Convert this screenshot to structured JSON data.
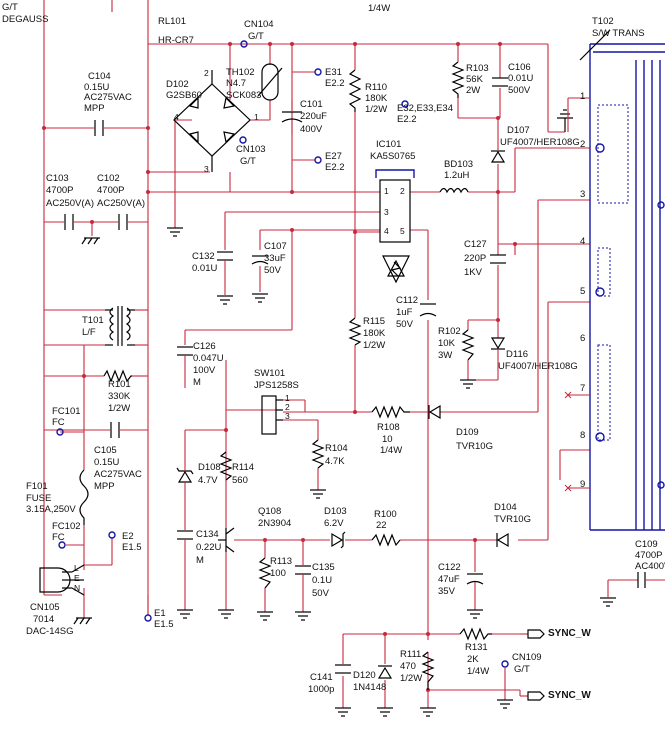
{
  "labels": {
    "gt_top": "G/T",
    "degauss": "DEGAUSS",
    "rl101": "RL101",
    "rl101_val": "HR-CR7",
    "cn104": "CN104",
    "cn104_gt": "G/T",
    "w14_top": "1/4W",
    "t102": "T102",
    "t102_val": "S/W TRANS",
    "c104": "C104",
    "c104_v1": "0.15U",
    "c104_v2": "AC275VAC",
    "c104_v3": "MPP",
    "d102": "D102",
    "d102_val": "G2SB60",
    "th102": "TH102",
    "th102_v1": "N4.7",
    "th102_v2": "SCK083",
    "e31": "E31",
    "e31_v": "E2.2",
    "r110": "R110",
    "r110_v1": "180K",
    "r110_v2": "1/2W",
    "r103": "R103",
    "r103_v1": "56K",
    "r103_v2": "2W",
    "c106": "C106",
    "c106_v1": "0.01U",
    "c106_v2": "500V",
    "c101": "C101",
    "c101_v1": "220uF",
    "c101_v2": "400V",
    "e32": "E32,E33,E34",
    "e32_v": "E2.2",
    "d107": "D107",
    "d107_v": "UF4007/HER108G",
    "cn103": "CN103",
    "cn103_gt": "G/T",
    "e27": "E27",
    "e27_v": "E2.2",
    "ic101": "IC101",
    "ic101_v": "KA5S0765",
    "bd103": "BD103",
    "bd103_v": "1.2uH",
    "c103": "C103",
    "c103_v1": "4700P",
    "c103_v2": "AC250V(A)",
    "c102": "C102",
    "c102_v1": "4700P",
    "c102_v2": "AC250V(A)",
    "c132": "C132",
    "c132_v": "0.01U",
    "c107": "C107",
    "c107_v1": "33uF",
    "c107_v2": "50V",
    "c127": "C127",
    "c127_v1": "220P",
    "c127_v2": "1KV",
    "t101": "T101",
    "t101_v": "L/F",
    "c126": "C126",
    "c126_v1": "0.047U",
    "c126_v2": "100V",
    "c126_v3": "M",
    "r115": "R115",
    "r115_v1": "180K",
    "r115_v2": "1/2W",
    "c112": "C112",
    "c112_v1": "1uF",
    "c112_v2": "50V",
    "r102": "R102",
    "r102_v1": "10K",
    "r102_v2": "3W",
    "d116": "D116",
    "d116_v": "UF4007/HER108G",
    "r101": "R101",
    "r101_v1": "330K",
    "r101_v2": "1/2W",
    "sw101": "SW101",
    "sw101_v": "JPS1258S",
    "fc101": "FC101",
    "fc101_v": "FC",
    "c105": "C105",
    "c105_v1": "0.15U",
    "c105_v2": "AC275VAC",
    "c105_v3": "MPP",
    "r108": "R108",
    "r108_v1": "10",
    "r108_v2": "1/4W",
    "d109": "D109",
    "d109_v": "TVR10G",
    "r104": "R104",
    "r104_v": "4.7K",
    "d108": "D108",
    "d108_v": "4.7V",
    "r114": "R114",
    "r114_v": "560",
    "f101": "F101",
    "f101_v1": "FUSE",
    "f101_v2": "3.15A,250V",
    "q108": "Q108",
    "q108_v": "2N3904",
    "d103": "D103",
    "d103_v": "6.2V",
    "r100": "R100",
    "r100_v": "22",
    "d104": "D104",
    "d104_v": "TVR10G",
    "fc102": "FC102",
    "fc102_v": "FC",
    "e2": "E2",
    "e2_v": "E1.5",
    "c134": "C134",
    "c134_v1": "0.22U",
    "c134_v2": "M",
    "r113": "R113",
    "r113_v": "100",
    "c135": "C135",
    "c135_v1": "0.1U",
    "c135_v2": "50V",
    "c122": "C122",
    "c122_v1": "47uF",
    "c122_v2": "35V",
    "c109": "C109",
    "c109_v1": "4700P",
    "c109_v2": "AC400V",
    "cn105": "CN105",
    "cn105_v1": "7014",
    "cn105_v2": "DAC-14SG",
    "e1": "E1",
    "e1_v": "E1.5",
    "r131": "R131",
    "r131_v1": "2K",
    "r131_v2": "1/4W",
    "cn109": "CN109",
    "cn109_gt": "G/T",
    "c141": "C141",
    "c141_v": "1000p",
    "d120": "D120",
    "d120_v": "1N4148",
    "r111": "R111",
    "r111_v1": "470",
    "r111_v2": "1/2W",
    "sync_w1": "SYNC_W",
    "sync_w2": "SYNC_W",
    "pin_1": "1",
    "pin_2": "2",
    "pin_3": "3",
    "pin_4": "4",
    "pin_5": "5",
    "pin_6": "6",
    "pin_7": "7",
    "pin_8": "8",
    "pin_9": "9",
    "ic_p1": "1",
    "ic_p2": "2",
    "ic_p3": "3",
    "ic_p4": "4",
    "ic_p5": "5",
    "bd_p1": "1",
    "bd_p2": "2",
    "bd_p3": "3",
    "bd_p4": "4",
    "sw_p1": "1",
    "sw_p2": "2",
    "sw_p3": "3",
    "cn105_l": "L",
    "cn105_e": "E",
    "cn105_n": "N"
  }
}
